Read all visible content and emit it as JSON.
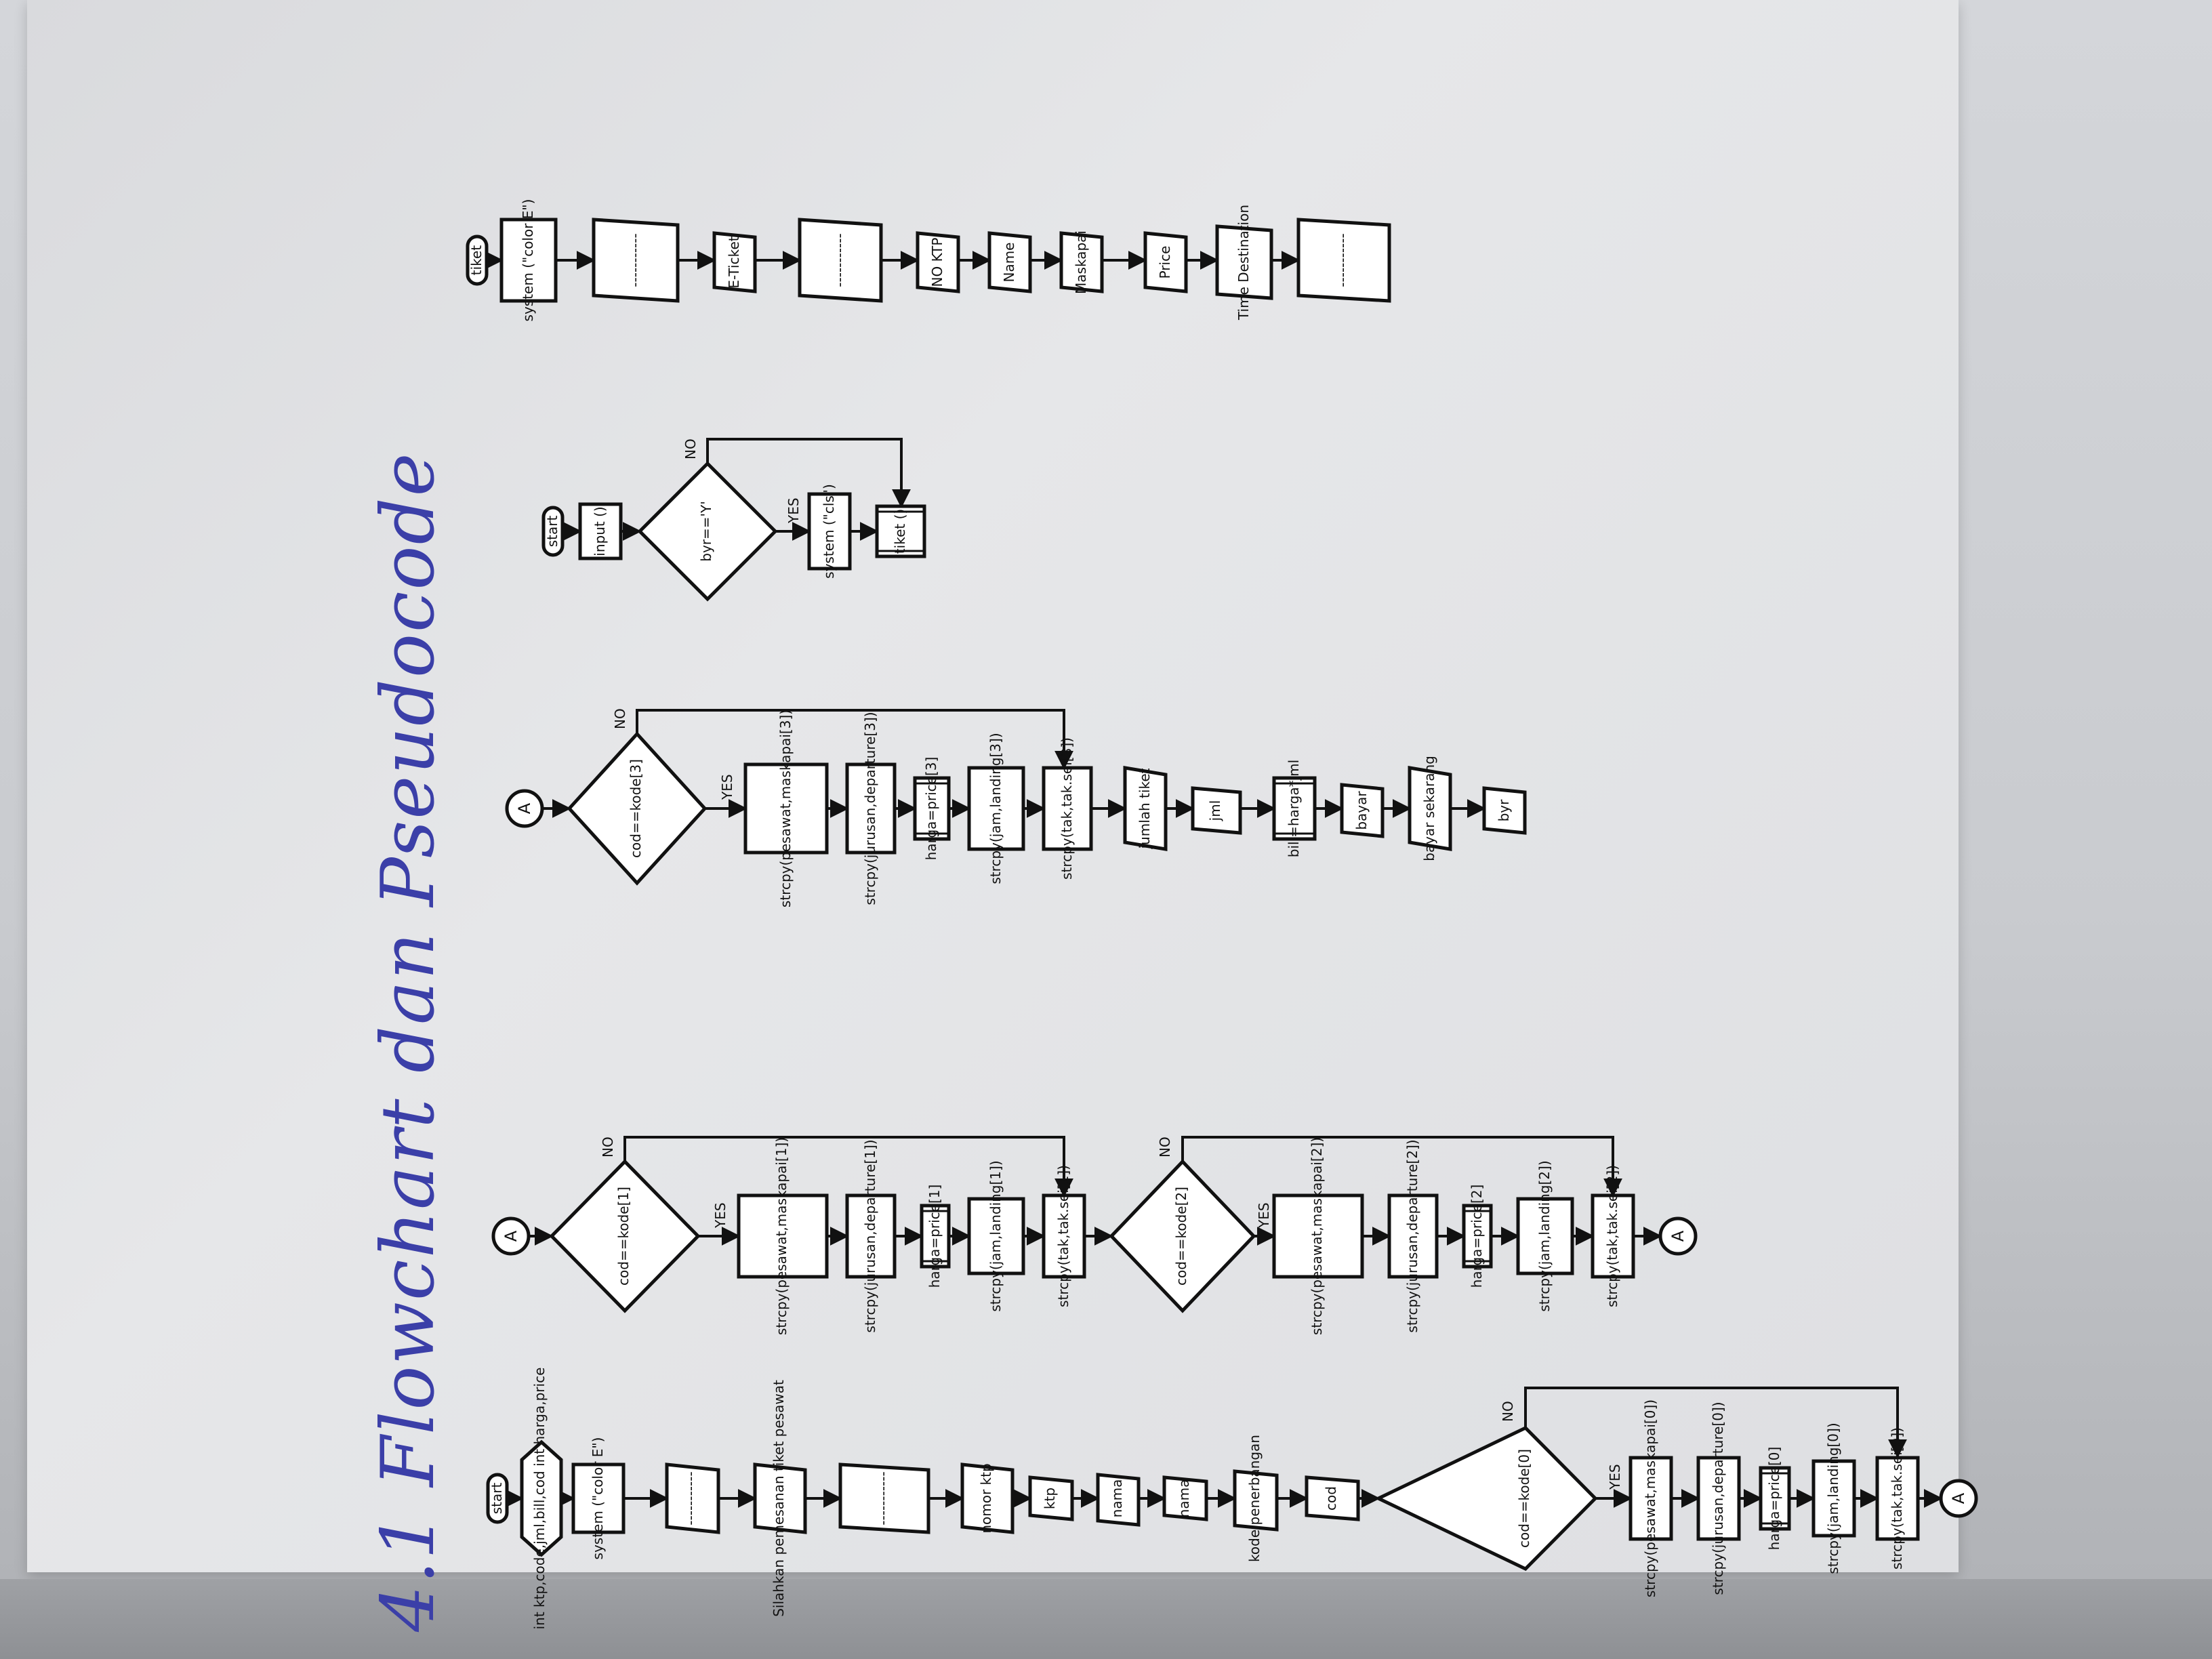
{
  "heading": "4.1 Flowchart dan Pseudocode",
  "chart_data": {
    "type": "flowchart",
    "yes_label": "YES",
    "no_label": "NO",
    "flow1": {
      "start": "start",
      "declare": "int ktp,code,jml,bill,cod int harga,price",
      "cls": "system (\"color E\")",
      "line1": "-----------",
      "welcome": "Silahkan pemesanan tiket pesawat",
      "line2": "-----------",
      "prompt_ktp": "nomor ktp",
      "in_ktp": "ktp",
      "prompt_nama": "nama",
      "in_nama": "nama",
      "prompt_kode": "kode penerbangan",
      "in_cod": "cod",
      "dec": "cod==kode[0]",
      "s1": "strcpy(pesawat,maskapai[0])",
      "s2": "strcpy(jurusan,departure[0])",
      "s3": "harga=price[0]",
      "s4": "strcpy(jam,landing[0])",
      "s5": "strcpy(tak,tak.sei[0])",
      "connector": "A"
    },
    "flow2": {
      "connector_in": "A",
      "dec1": "cod==kode[1]",
      "a1": "strcpy(pesawat,maskapai[1])",
      "a2": "strcpy(jurusan,departure[1])",
      "a3": "harga=price[1]",
      "a4": "strcpy(jam,landing[1])",
      "a5": "strcpy(tak,tak.sei[1])",
      "dec2": "cod==kode[2]",
      "b1": "strcpy(pesawat,maskapai[2])",
      "b2": "strcpy(jurusan,departure[2])",
      "b3": "harga=price[2]",
      "b4": "strcpy(jam,landing[2])",
      "b5": "strcpy(tak,tak.sei[2])",
      "connector_out": "A"
    },
    "flow3": {
      "connector_in": "A",
      "dec": "cod==kode[3]",
      "s1": "strcpy(pesawat,maskapai[3])",
      "s2": "strcpy(jurusan,departure[3])",
      "s3": "harga=price[3]",
      "s4": "strcpy(jam,landing[3])",
      "s5": "strcpy(tak,tak.sei[3])",
      "prompt_jml": "jumlah tiket",
      "in_jml": "jml",
      "bill": "bill=harga*jml",
      "out_bayar": "bayar",
      "prompt_bayar": "bayar sekarang",
      "in_byr": "byr"
    },
    "flow4": {
      "start": "start",
      "input": "input ()",
      "dec": "byr=='Y'",
      "cls": "system (\"cls\")",
      "call": "tiket ()"
    },
    "flow5": {
      "start": "tiket",
      "cls": "system (\"color E\")",
      "line1": "-----------",
      "title": "E-Ticket",
      "line2": "-----------",
      "no_ktp": "NO KTP",
      "name": "Name",
      "airline": "Maskapai",
      "price": "Price",
      "time_dest": "Time Destination",
      "line3": "-----------"
    }
  }
}
